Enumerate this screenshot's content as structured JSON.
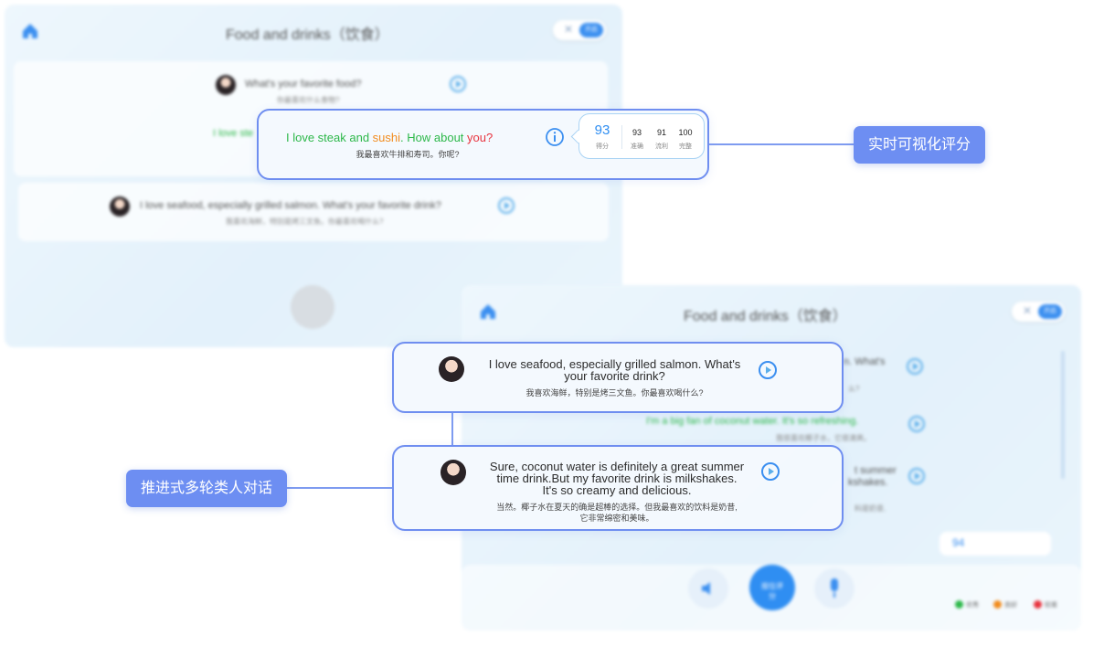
{
  "screen_top": {
    "title": "Food and drinks（饮食）",
    "toggle_label": "开启",
    "q1_en": "What's your favorite food?",
    "q1_zh": "你最喜欢什么食物?",
    "left_partial": "I love ste",
    "q2_en": "I love seafood, especially grilled salmon. What's your favorite drink?",
    "q2_zh": "我喜欢海鲜，特别是烤三文鱼。你最喜欢喝什么?"
  },
  "screen_bottom": {
    "title": "Food and drinks（饮食）",
    "toggle_label": "开启",
    "partial_1": "n. What's",
    "partial_1_zh": "么?",
    "reply_en": "I'm a big fan of coconut water. It's so refreshing.",
    "reply_zh": "我很喜欢椰子水，它很清爽。",
    "partial_2": "t summer",
    "partial_2b": "kshakes.",
    "partial_2_zh": "料是奶昔,",
    "partial_score": "94",
    "record_label": "按住评分",
    "legend": [
      "优秀",
      "良好",
      "较差"
    ]
  },
  "score_callout": {
    "sentence_parts": [
      {
        "text": "I love steak and ",
        "color": "#2db84a"
      },
      {
        "text": "sushi",
        "color": "#f28c1e"
      },
      {
        "text": ". How about ",
        "color": "#2db84a"
      },
      {
        "text": "you?",
        "color": "#e8343f"
      }
    ],
    "translation": "我最喜欢牛排和寿司。你呢?",
    "score": "93",
    "score_label": "得分",
    "metrics": [
      {
        "value": "93",
        "label": "准确"
      },
      {
        "value": "91",
        "label": "流利"
      },
      {
        "value": "100",
        "label": "完整"
      }
    ]
  },
  "labels": {
    "realtime": "实时可视化评分",
    "multiturn": "推进式多轮类人对话"
  },
  "dialogue": {
    "msg1_en_line1": "I love seafood, especially grilled salmon. What's",
    "msg1_en_line2": "your favorite drink?",
    "msg1_zh": "我喜欢海鲜，特别是烤三文鱼。你最喜欢喝什么?",
    "msg2_en_line1": "Sure, coconut water is definitely a great summer",
    "msg2_en_line2": "time drink.But my favorite drink is  milkshakes.",
    "msg2_en_line3": "It's so creamy and delicious.",
    "msg2_zh_line1": "当然。椰子水在夏天的确是超棒的选择。但我最喜欢的饮料是奶昔,",
    "msg2_zh_line2": "它非常绵密和美味。"
  },
  "colors": {
    "accent": "#6d8ef2",
    "green": "#2db84a",
    "orange": "#f28c1e",
    "red": "#e8343f",
    "blue": "#3b8ff0"
  }
}
